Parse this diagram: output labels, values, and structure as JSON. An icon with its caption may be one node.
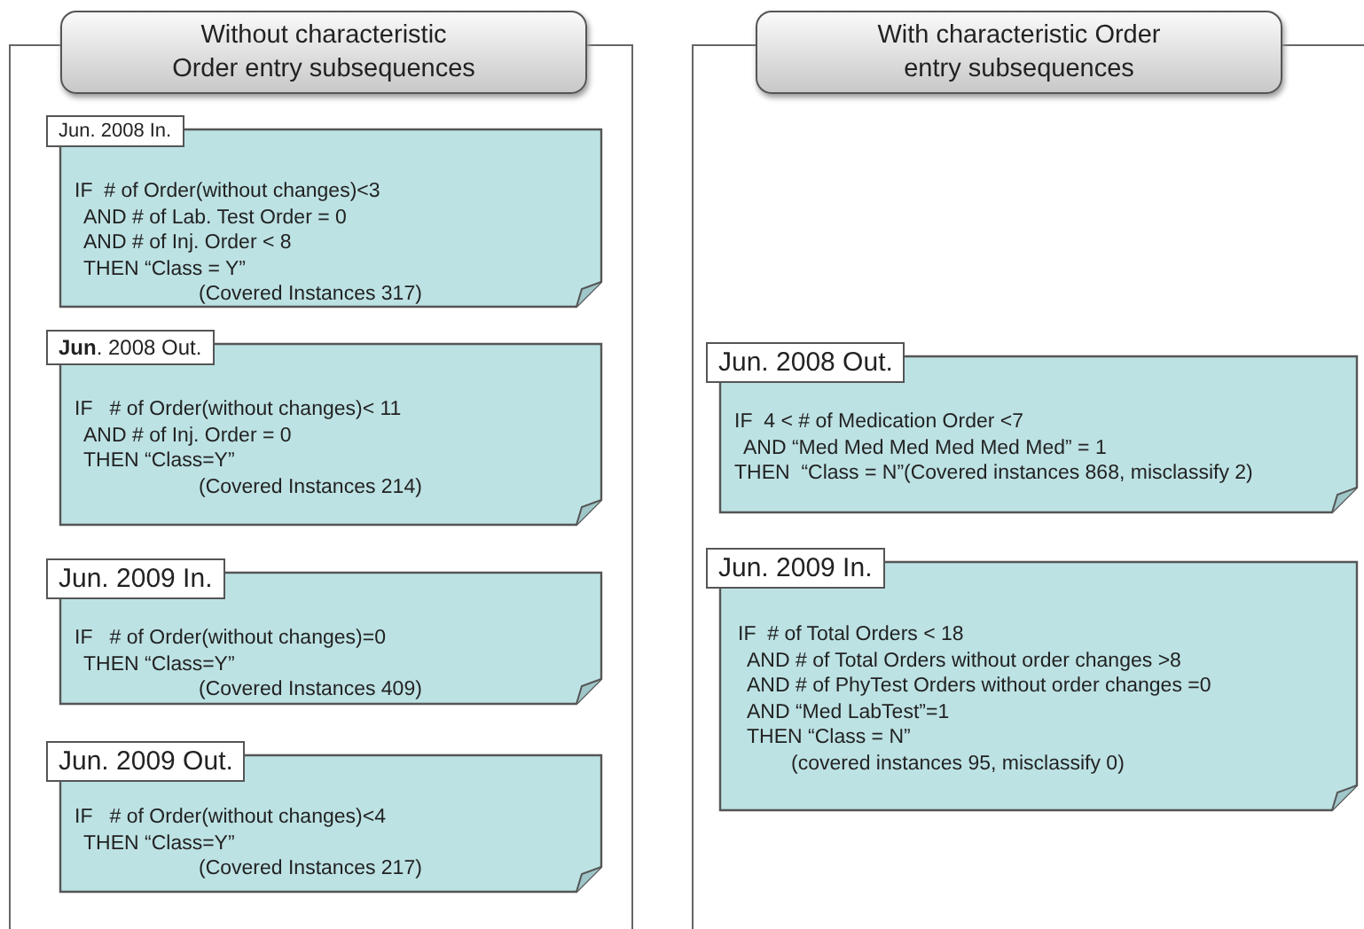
{
  "diagram": {
    "nodes": [
      {
        "text": [
          "Without characteristic Order entry subsequences"
        ]
      },
      {
        "text": [
          "Jun. 2008 In.",
          "IF  # of Order(without changes)<3",
          "AND # of Lab. Test Order = 0",
          "AND # of Inj. Order < 8",
          "THEN “Class = Y”",
          "(Covered Instances 317)"
        ],
        "in": 0
      },
      {
        "text": [
          "**Jun**. 2008 Out.",
          "IF   # of Order(without changes)< 11",
          "AND # of Inj. Order = 0",
          "THEN “Class=Y”",
          "(Covered Instances 214)"
        ],
        "in": 0
      },
      {
        "text": [
          "Jun. 2009 In.",
          "IF   # of Order(without changes)=0",
          "THEN “Class=Y”",
          "(Covered Instances 409)"
        ],
        "in": 0
      },
      {
        "text": [
          "Jun. 2009 Out.",
          "IF   # of Order(without changes)<4",
          "THEN “Class=Y”",
          "(Covered Instances 217)"
        ],
        "in": 0
      },
      {
        "text": [
          "With characteristic Order entry subsequences"
        ]
      },
      {
        "text": [
          "Jun. 2008 Out.",
          "IF  4 < # of Medication Order <7",
          "AND “Med Med Med Med Med Med” = 1",
          "THEN  “Class = N”(Covered instances 868, misclassify 2)"
        ],
        "in": 5
      },
      {
        "text": [
          "Jun. 2009 In.",
          "IF  # of Total Orders < 18",
          "AND # of Total Orders without order changes >8",
          "AND # of PhyTest Orders without order changes =0",
          "AND “Med LabTest”=1",
          "THEN “Class = N”",
          "(covered instances 95, misclassify 0)"
        ],
        "in": 5
      }
    ]
  }
}
